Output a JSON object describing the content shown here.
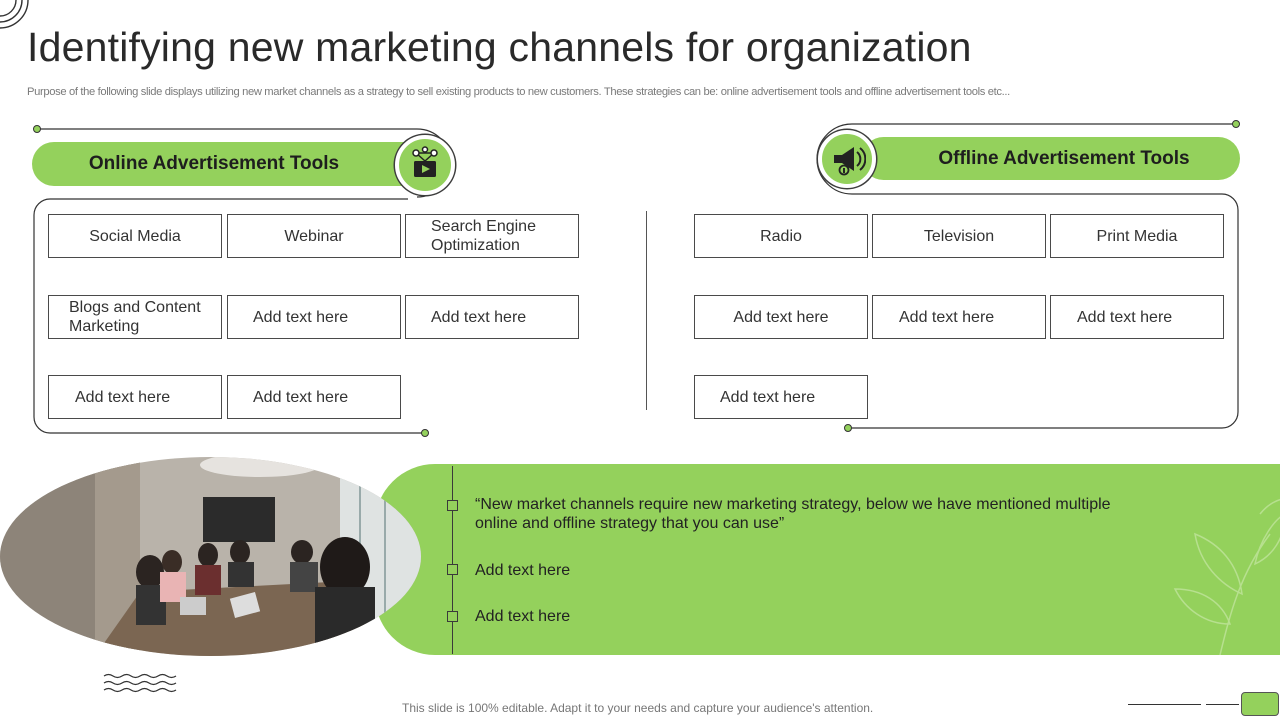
{
  "title": "Identifying new marketing channels for organization",
  "subtitle": "Purpose of the following slide displays utilizing new market channels as a strategy to sell existing products to new customers. These strategies can be: online advertisement tools and offline advertisement tools etc...",
  "online": {
    "heading": "Online Advertisement  Tools",
    "icon": "video-tutorial-icon",
    "items": [
      "Social Media",
      "Webinar",
      "Search Engine Optimization",
      "Blogs and Content Marketing",
      "Add text here",
      "Add text here",
      "Add text here",
      "Add text here"
    ]
  },
  "offline": {
    "heading": "Offline Advertisement  Tools",
    "icon": "megaphone-icon",
    "items": [
      "Radio",
      "Television",
      "Print Media",
      "Add text here",
      "Add text here",
      "Add text here",
      "Add text here"
    ]
  },
  "panel": {
    "quote": "“New market channels require new marketing strategy, below we have mentioned multiple online and offline strategy that you can use”",
    "points": [
      "Add text here",
      "Add text here"
    ]
  },
  "footer": "This slide is 100% editable. Adapt it to your needs and capture your audience's attention.",
  "colors": {
    "accent": "#94d15c",
    "dark": "#2a2a2a",
    "outline": "#4a4a4a"
  }
}
